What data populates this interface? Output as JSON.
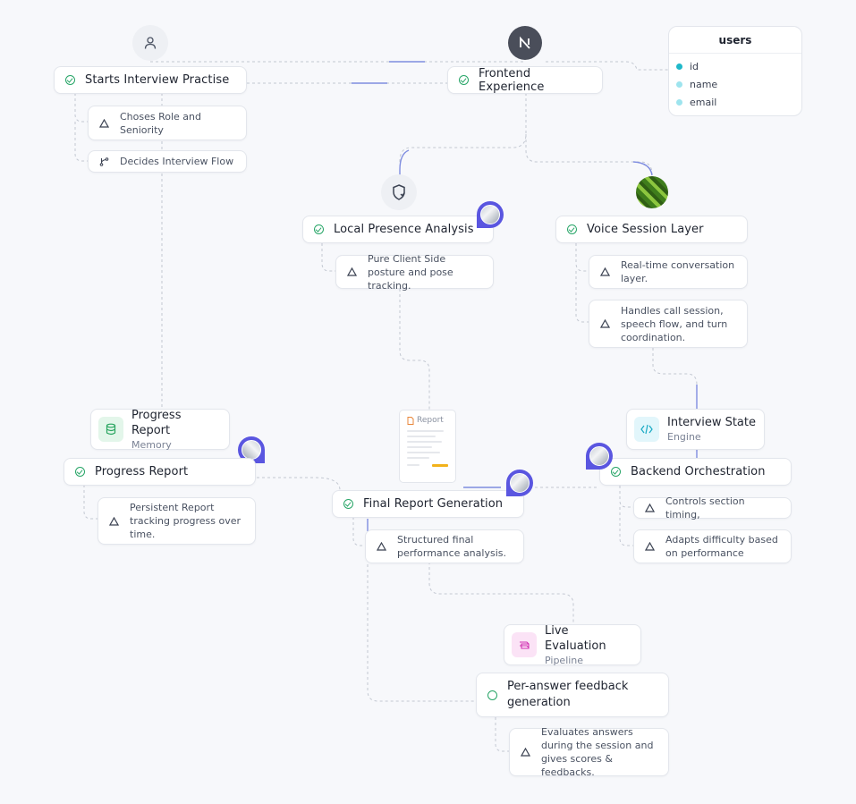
{
  "nodes": {
    "starts": "Starts Interview Practise",
    "frontend": "Frontend Experience",
    "choses_role": "Choses Role and Seniority",
    "decides_flow": "Decides Interview Flow",
    "local_presence": "Local Presence Analysis",
    "voice_session": "Voice Session Layer",
    "pose_tracking": "Pure Client Side posture and pose tracking.",
    "realtime_conv": "Real-time conversation layer.",
    "handles_call": "Handles call session, speech flow, and turn coordination.",
    "progress_report": "Progress Report",
    "persistent_report": "Persistent Report tracking progress over time.",
    "final_report": "Final Report Generation",
    "structured_final": "Structured final performance analysis.",
    "backend_orch": "Backend Orchestration",
    "controls_timing": "Controls section timing,",
    "adapts_difficulty": "Adapts difficulty based on performance",
    "per_answer": "Per-answer feedback generation",
    "evaluates_answers": "Evaluates answers during the session and gives scores & feedbacks."
  },
  "cards": {
    "progress_memory": {
      "title": "Progress Report",
      "subtitle": "Memory"
    },
    "interview_state": {
      "title": "Interview State",
      "subtitle": "Engine"
    },
    "live_eval": {
      "title": "Live Evaluation",
      "subtitle": "Pipeline"
    }
  },
  "report_doc": {
    "label": "Report"
  },
  "users_table": {
    "title": "users",
    "fields": [
      "id",
      "name",
      "email"
    ]
  },
  "colors": {
    "check": "#27a567",
    "pin": "#5a56e0",
    "edge_highlight": "#7f8de0",
    "next_logo": "#4a4e5a"
  },
  "icons": {
    "user": "user-icon",
    "next": "nextjs-logo-icon",
    "shield": "shield-check-icon",
    "voice": "voice-avatar-icon",
    "database": "database-icon",
    "code": "code-icon",
    "pipeline": "pipeline-icon"
  }
}
